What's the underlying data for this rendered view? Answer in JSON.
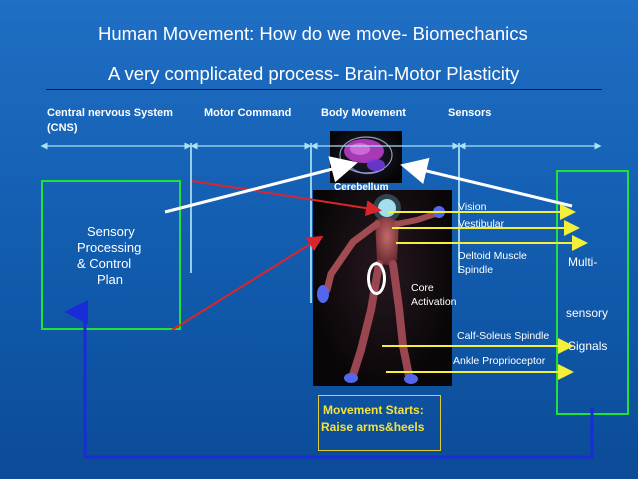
{
  "slide": {
    "title": "Human Movement: How do we move- Biomechanics",
    "subtitle": "A very complicated process- Brain-Motor Plasticity"
  },
  "headers": {
    "cns_line1": "Central nervous System",
    "cns_line2": "(CNS)",
    "motor_command": "Motor Command",
    "body_movement": "Body Movement",
    "sensors": "Sensors"
  },
  "left_box": {
    "line1": "Sensory",
    "line2": "Processing",
    "line3": "& Control",
    "line4": "Plan"
  },
  "right_box": {
    "line1": "Multi-",
    "line2": "sensory",
    "line3": "Signals"
  },
  "labels": {
    "cerebellum": "Cerebellum",
    "vision": "Vision",
    "vestibular": "Vestibular",
    "deltoid_line1": "Deltoid Muscle",
    "deltoid_line2": "Spindle",
    "core_line1": "Core",
    "core_line2": "Activation",
    "calf_soleus": "Calf-Soleus Spindle",
    "ankle": "Ankle Proprioceptor"
  },
  "movement_box": {
    "line1": "Movement Starts:",
    "line2": "Raise arms&heels"
  },
  "colors": {
    "background": "#1565b8",
    "box_border": "#22e03a",
    "motor_arrow": "#d9262c",
    "sensor_arrow": "#f4f03a",
    "feedback_arrow": "#1a2bd8",
    "feedback_white": "#ffffff",
    "label_yellow": "#f4e23a"
  },
  "icons": {
    "brain": "brain-icon",
    "figure": "human-figure-icon",
    "core": "core-ellipse-icon"
  }
}
